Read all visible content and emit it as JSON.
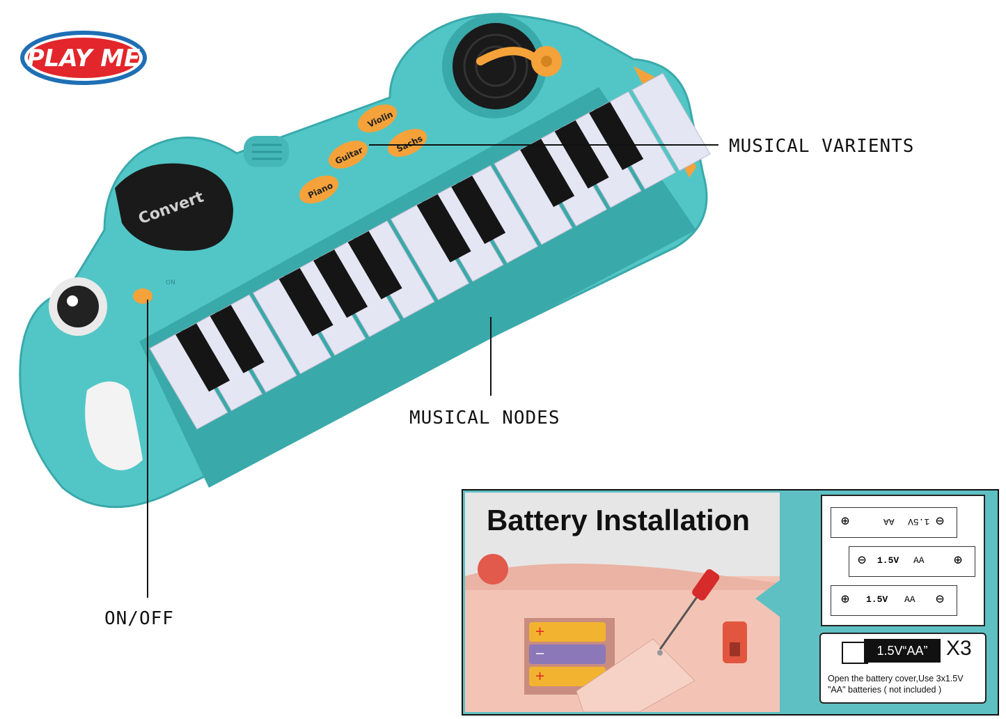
{
  "logo": {
    "text": "PLAY ME"
  },
  "callouts": {
    "musical_variants": "MUSICAL VARIENTS",
    "musical_nodes": "MUSICAL NODES",
    "on_off": "ON/OFF"
  },
  "keyboard": {
    "mode_buttons": [
      "Violin",
      "Guitar",
      "Sachs",
      "Piano"
    ],
    "convert_label": "Convert",
    "on_label": "ON",
    "colors": {
      "body": "#52c6c6",
      "accent": "#f6a23a",
      "white_key": "#e4e6f3",
      "black_key": "#151515"
    }
  },
  "battery_panel": {
    "title": "Battery Installation",
    "cells": [
      {
        "voltage": "1.5V",
        "size": "AA",
        "orientation": "inverted"
      },
      {
        "voltage": "1.5V",
        "size": "AA",
        "orientation": "normal"
      },
      {
        "voltage": "1.5V",
        "size": "AA",
        "orientation": "normal"
      }
    ],
    "battery_label": "1.5V“AA”",
    "quantity": "X3",
    "instruction": "Open the battery cover,Use 3x1.5V \"AA\" batteries  ( not included )",
    "colors": {
      "frame": "#5fc0c3",
      "device": "#f3c4b6"
    }
  }
}
